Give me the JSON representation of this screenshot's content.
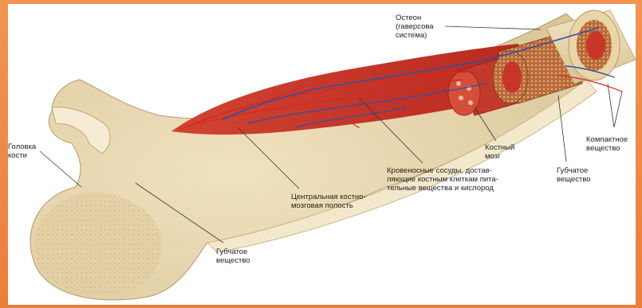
{
  "labels": {
    "osteon": "Остеон\n(гаверсова\nсистема)",
    "head": "Головка\nкости",
    "compact": "Компактное\nвещество",
    "marrow": "Костный\nмозг",
    "spongy_right": "Губчатое\nвещество",
    "vessels": "Кровеносные сосуды, достав-\nляющие костным клеткам пита-\nтельные вещества и кислород",
    "cavity": "Центральная костно-\nмозговая полость",
    "spongy_bottom": "Губчатое\nвещество"
  },
  "colors": {
    "frame": "#ee8a4a",
    "bone": "#e8d7b0",
    "bone_light": "#f3e6c8",
    "bone_dark": "#c9ae7d",
    "marrow": "#c8362a",
    "artery": "#d8281e",
    "vein": "#2f4fa8"
  }
}
